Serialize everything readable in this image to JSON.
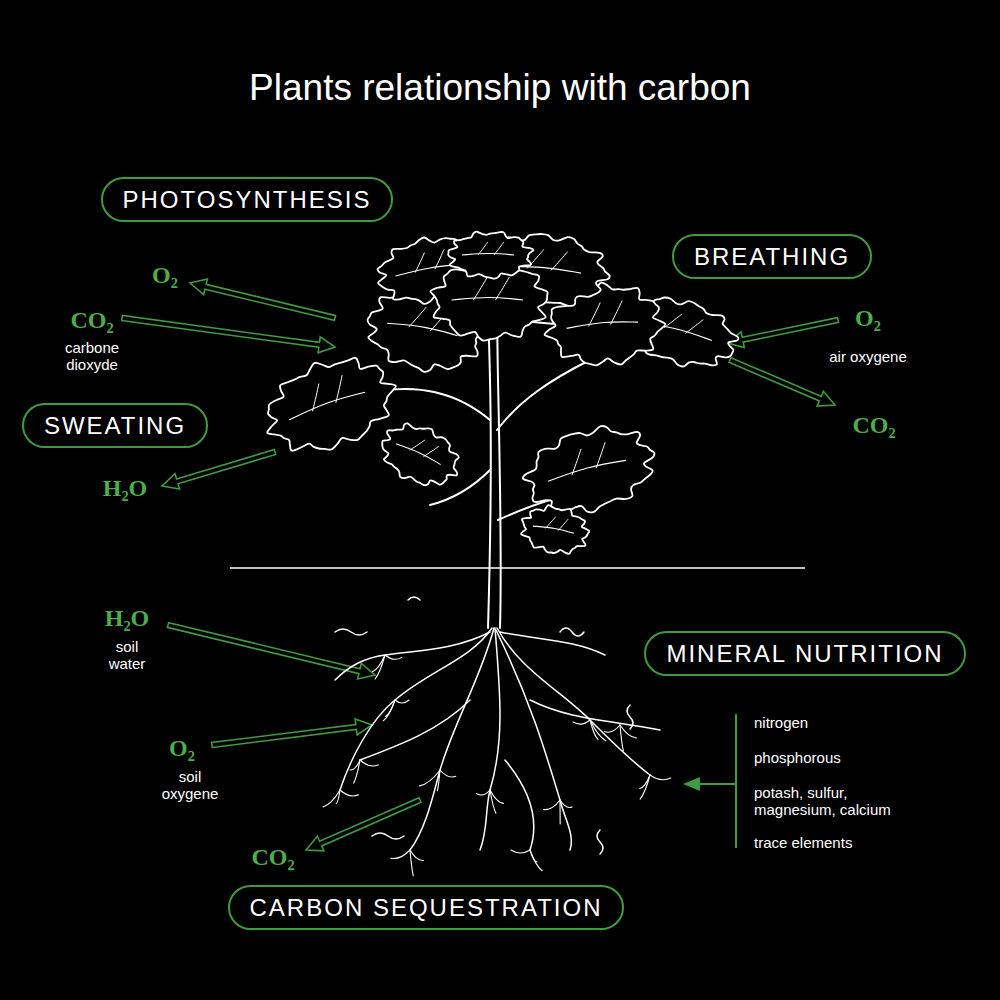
{
  "diagram": {
    "title": "Plants relationship with carbon",
    "nodes": [
      {
        "text": [
          "PHOTOSYNTHESIS"
        ]
      },
      {
        "text": [
          "BREATHING"
        ]
      },
      {
        "text": [
          "SWEATING"
        ]
      },
      {
        "text": [
          "MINERAL NUTRITION"
        ]
      },
      {
        "text": [
          "CARBON SEQUESTRATION"
        ]
      }
    ],
    "labels": [
      "O₂",
      "CO₂",
      "carbone dioxyde",
      "O₂",
      "air oxygene",
      "CO₂",
      "H₂O",
      "H₂O",
      "soil water",
      "O₂",
      "soil oxygene",
      "CO₂",
      "nitrogen",
      "phosphorous",
      "potash, sulfur, magnesium, calcium",
      "trace elements"
    ]
  }
}
